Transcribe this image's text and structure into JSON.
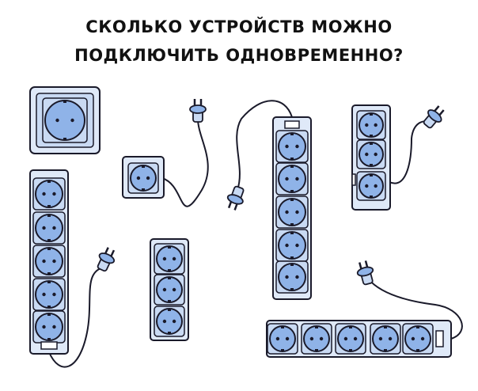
{
  "title": {
    "line1": "СКОЛЬКО УСТРОЙСТВ МОЖНО",
    "line2": "ПОДКЛЮЧИТЬ ОДНОВРЕМЕННО?"
  },
  "colors": {
    "socket_fill": "#8fb3e8",
    "body_fill": "#dfe9f8",
    "outline": "#1a1a2a"
  },
  "devices": [
    {
      "name": "wall-socket",
      "sockets": 1
    },
    {
      "name": "single-socket-extension",
      "sockets": 1
    },
    {
      "name": "power-strip-left-5",
      "sockets": 5
    },
    {
      "name": "power-strip-small-3",
      "sockets": 3
    },
    {
      "name": "power-strip-center-5",
      "sockets": 5
    },
    {
      "name": "power-strip-right-3",
      "sockets": 3
    },
    {
      "name": "power-strip-horizontal-5",
      "sockets": 5
    }
  ]
}
